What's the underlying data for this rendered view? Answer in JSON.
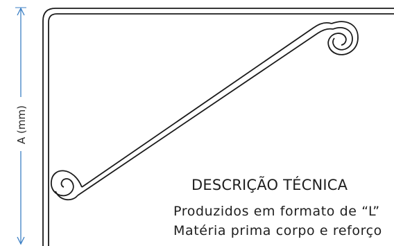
{
  "dimension": {
    "label": "A (mm)"
  },
  "description": {
    "heading": "DESCRIÇÃO TÉCNICA",
    "lines": [
      "Produzidos em formato de “L”",
      "Matéria prima corpo e reforço"
    ]
  },
  "colors": {
    "stroke": "#1a1a1a",
    "dimension": "#3b7fc4",
    "text": "#1e1e1e"
  }
}
